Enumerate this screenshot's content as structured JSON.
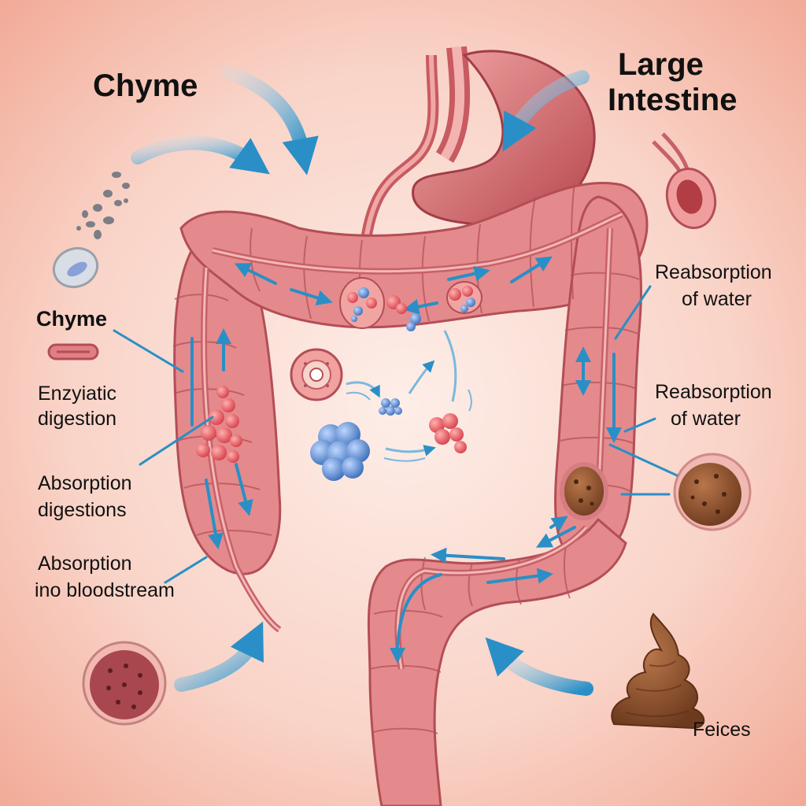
{
  "labels": {
    "chyme_top": "Chyme",
    "large_intestine_line1": "Large",
    "large_intestine_line2": "Intestine",
    "chyme_left": "Chyme",
    "enzymatic_line1": "Enzyiatic",
    "enzymatic_line2": "digestion",
    "absorption_digestions_line1": "Absorption",
    "absorption_digestions_line2": "digestions",
    "absorption_blood_line1": "Absorption",
    "absorption_blood_line2": "ino bloodstream",
    "reabsorption1_line1": "Reabsorption",
    "reabsorption1_line2": "of water",
    "reabsorption2_line1": "Reabsorption",
    "reabsorption2_line2": "of water",
    "feces": "Feices"
  },
  "colors": {
    "background_center": "#fbe3dc",
    "background_edge": "#f4b3a2",
    "tissue": "#e58c8c",
    "tissue_dark": "#b9525a",
    "tissue_light": "#f6b8b4",
    "arrow_blue": "#2a8fc6",
    "cell_red": "#e0505a",
    "cell_blue": "#4f86cf",
    "feces_brown": "#9c5a34"
  },
  "icons": [
    "stomach-icon",
    "chyme-particles-icon",
    "cell-icon",
    "rbc-icon",
    "molecule-cluster-icon",
    "fecal-ball-icon",
    "feces-icon"
  ]
}
